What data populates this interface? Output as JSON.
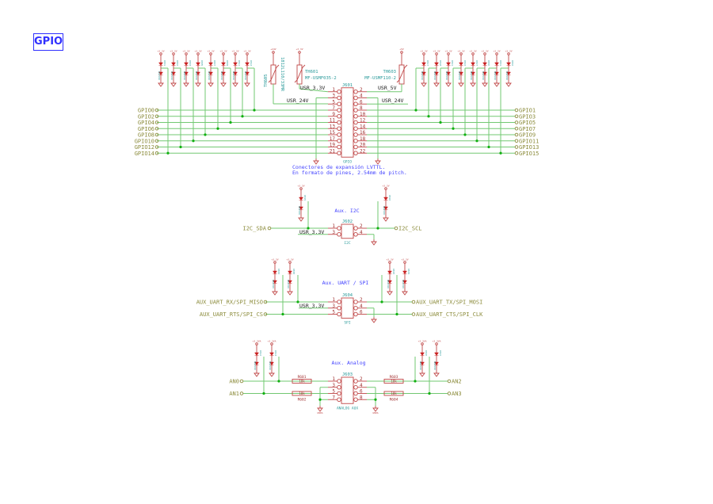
{
  "page_title": "GPIO",
  "gpio": {
    "connector": {
      "ref": "J601",
      "value": "GPIO",
      "pins_left": [
        "1",
        "3",
        "5",
        "7",
        "9",
        "11",
        "13",
        "15",
        "17",
        "19",
        "21"
      ],
      "pins_right": [
        "2",
        "4",
        "6",
        "8",
        "10",
        "12",
        "14",
        "16",
        "18",
        "20",
        "22"
      ]
    },
    "left_signals": [
      "GPIO0",
      "GPIO2",
      "GPIO4",
      "GPIO6",
      "GPIO8",
      "GPIO10",
      "GPIO12",
      "GPIO14"
    ],
    "right_signals": [
      "GPIO1",
      "GPIO3",
      "GPIO5",
      "GPIO7",
      "GPIO9",
      "GPIO11",
      "GPIO13",
      "GPIO15"
    ],
    "left_diodes": [
      "D601",
      "D602",
      "D603",
      "D605",
      "D607",
      "D609",
      "D611",
      "D614"
    ],
    "right_diodes": [
      "D617",
      "D618",
      "D621",
      "D624",
      "D627",
      "D630",
      "D631",
      "D632"
    ],
    "diode_value": "BAV199",
    "diode_power": "+3.3V",
    "thermistors": [
      {
        "ref": "TH605",
        "value": "1812L110/33MR",
        "power": "+24V"
      },
      {
        "ref": "TH601",
        "value": "MF-USMF035-2",
        "power": "+3.3V"
      },
      {
        "ref": "TH603",
        "value": "MF-USMF110-2",
        "power": "+5V"
      }
    ],
    "nets": {
      "usr_33": "USR_3.3V",
      "usr_5": "USR_5V",
      "usr_24_left": "USR_24V",
      "usr_24_right": "USR_24V"
    },
    "note_line1": "Conectores de expansión LVTTL.",
    "note_line2": "En formato de pines, 2.54mm de pitch."
  },
  "i2c": {
    "title": "Aux. I2C",
    "connector": {
      "ref": "J602",
      "value": "I2C",
      "pins": [
        "1",
        "2",
        "3",
        "4"
      ]
    },
    "left_signal": "I2C_SDA",
    "right_signal": "I2C_SCL",
    "net": "USR_3.3V",
    "diodes": [
      "D615",
      "D616"
    ]
  },
  "spi": {
    "title": "Aux. UART / SPI",
    "connector": {
      "ref": "J604",
      "value": "SPI",
      "pins": [
        "1",
        "2",
        "3",
        "4",
        "5",
        "6"
      ]
    },
    "left_signals": [
      "AUX_UART_RX/SPI_MISO",
      "AUX_UART_RTS/SPI_CS"
    ],
    "right_signals": [
      "AUX_UART_TX/SPI_MOSI",
      "AUX_UART_CTS/SPI_CLK"
    ],
    "net": "USR_3.3V",
    "diodes": [
      "D604",
      "D606",
      "D626",
      "D629"
    ]
  },
  "analog": {
    "title": "Aux. Analog",
    "connector": {
      "ref": "J603",
      "value": "ANALOG AUX",
      "pins": [
        "1",
        "2",
        "3",
        "4",
        "5",
        "6",
        "7",
        "8"
      ]
    },
    "left_signals": [
      "AN0",
      "AN1"
    ],
    "right_signals": [
      "AN2",
      "AN3"
    ],
    "resistors": [
      {
        "ref": "R601",
        "value": "10k"
      },
      {
        "ref": "R602",
        "value": "10k"
      },
      {
        "ref": "R603",
        "value": "10k"
      },
      {
        "ref": "R604",
        "value": "10k"
      }
    ],
    "diodes": [
      "D612",
      "D613",
      "D620",
      "D622"
    ],
    "diode_power": "+3.3VA",
    "ground": "GNDA"
  },
  "colors": {
    "wire": "#72c872",
    "component": "#c04848",
    "label": "#8c8c3c",
    "note": "#4444ff",
    "title": "#3030ff"
  }
}
